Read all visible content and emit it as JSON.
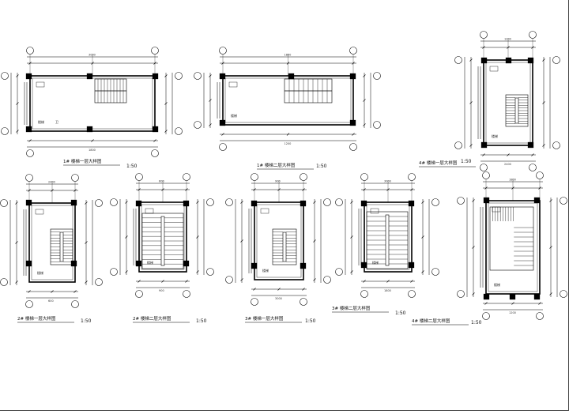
{
  "drawing": {
    "background": "#ffffff",
    "line_color": "#000000",
    "plans": [
      {
        "id": "p1",
        "caption": "1# 楼梯一层大样图",
        "scale": "1:50",
        "scale_label": "1:50",
        "room_labels": [
          "楼梯",
          "卫"
        ]
      },
      {
        "id": "p2",
        "caption": "1# 楼梯二层大样图",
        "scale": "1:50",
        "scale_label": "1:50",
        "room_labels": [
          "楼梯"
        ]
      },
      {
        "id": "p3",
        "caption": "4# 楼梯一层大样图",
        "scale": "1:50",
        "scale_label": "1:50",
        "room_labels": [
          "楼梯"
        ]
      },
      {
        "id": "p4",
        "caption": "2# 楼梯一层大样图",
        "scale": "1:50",
        "scale_label": "1:50",
        "room_labels": [
          "楼梯"
        ]
      },
      {
        "id": "p5",
        "caption": "2# 楼梯二层大样图",
        "scale": "1:50",
        "scale_label": "1:50",
        "room_labels": [
          "楼梯"
        ]
      },
      {
        "id": "p6",
        "caption": "3# 楼梯一层大样图",
        "scale": "1:50",
        "scale_label": "1:50",
        "room_labels": [
          "楼梯"
        ]
      },
      {
        "id": "p7",
        "caption": "3# 楼梯二层大样图",
        "scale": "1:50",
        "scale_label": "1:50",
        "room_labels": [
          "楼梯"
        ]
      },
      {
        "id": "p8",
        "caption": "4# 楼梯二层大样图",
        "scale": "1:50",
        "scale_label": "1:50",
        "room_labels": [
          "楼梯"
        ]
      }
    ],
    "dimension_texts": [
      "3000",
      "1800",
      "1200",
      "2400",
      "600",
      "900"
    ]
  }
}
